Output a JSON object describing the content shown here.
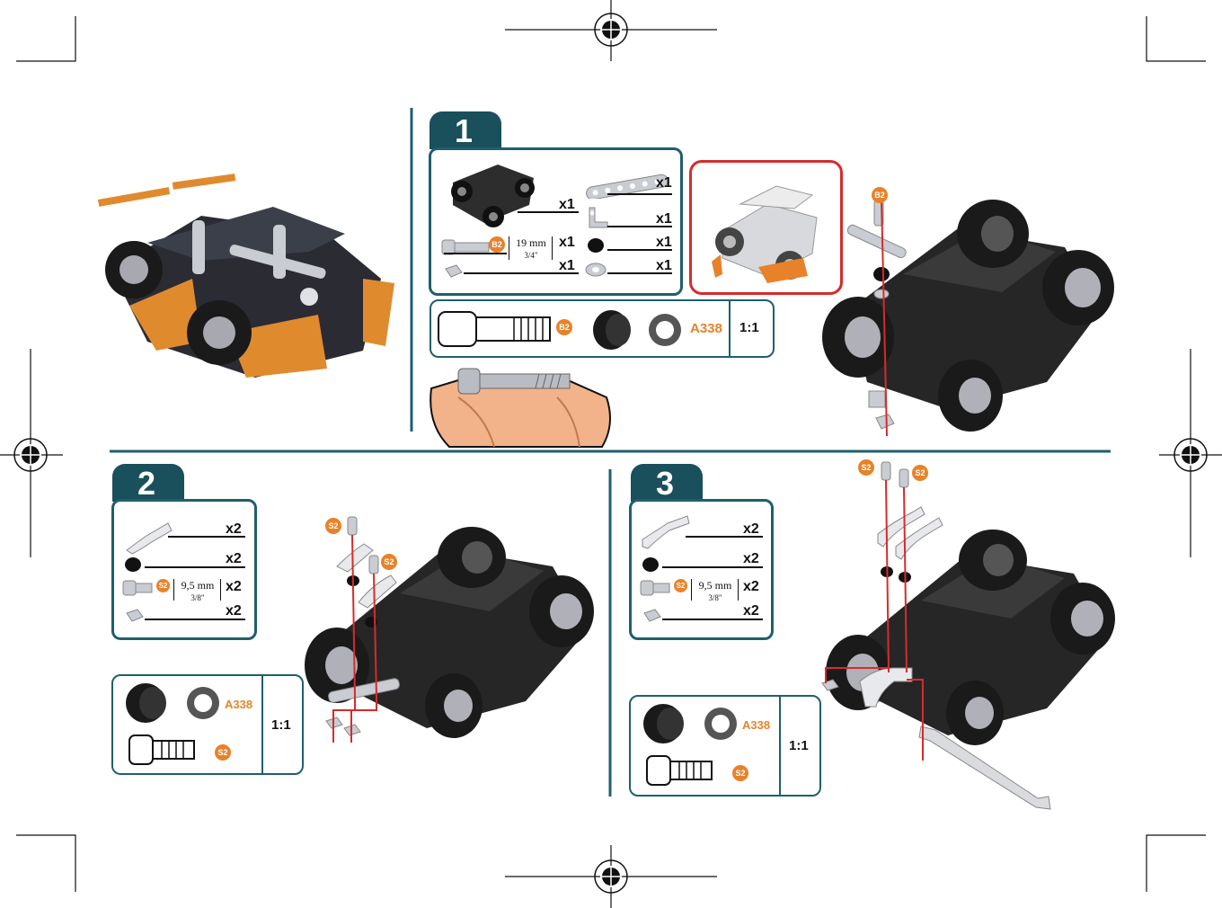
{
  "steps": {
    "s1": {
      "number": "1",
      "parts": {
        "chassis_qty": "x1",
        "strip_qty": "x1",
        "bracket_qty": "x1",
        "spacer_qty": "x1",
        "washer_qty": "x1",
        "bolt_qty": "x1",
        "nut_qty": "x1"
      },
      "bolt_len": "19 mm",
      "bolt_len_in": "3/4\"",
      "legend": {
        "bolt_code": "B2",
        "spacer_code": "A338",
        "scale": "1:1"
      },
      "badge_b2": "B2"
    },
    "s2": {
      "number": "2",
      "parts": {
        "q1": "x2",
        "q2": "x2",
        "q3": "x2",
        "q4": "x2"
      },
      "bolt_len": "9,5 mm",
      "bolt_len_in": "3/8\"",
      "legend": {
        "spacer_code": "A338",
        "bolt_code": "S2",
        "scale": "1:1"
      },
      "badge_s2": "S2"
    },
    "s3": {
      "number": "3",
      "parts": {
        "q1": "x2",
        "q2": "x2",
        "q3": "x2",
        "q4": "x2"
      },
      "bolt_len": "9,5 mm",
      "bolt_len_in": "3/8\"",
      "legend": {
        "spacer_code": "A338",
        "bolt_code": "S2",
        "scale": "1:1"
      },
      "badge_s2": "S2"
    }
  },
  "colors": {
    "teal": "#1f5f6e",
    "tab": "#1a4f5c",
    "orange": "#e8822a",
    "red": "#d62b2b"
  }
}
